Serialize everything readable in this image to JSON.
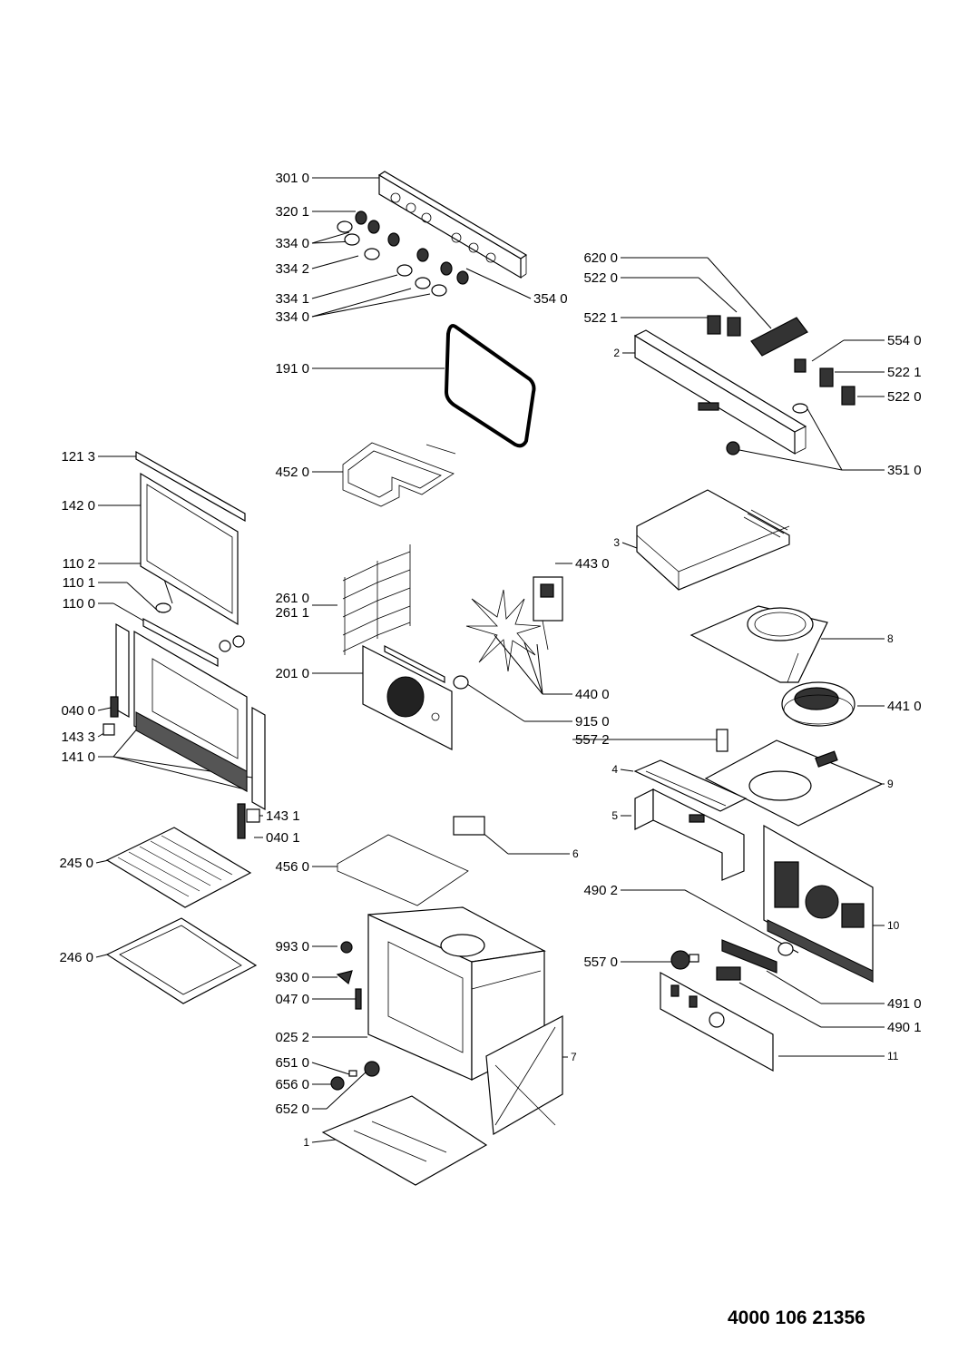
{
  "document_number": "4000 106 21356",
  "labels": {
    "p3010": "301 0",
    "p3201": "320 1",
    "p3340a": "334 0",
    "p3342": "334 2",
    "p3341": "334 1",
    "p3340b": "334 0",
    "p3540": "354 0",
    "p1910": "191 0",
    "p6200": "620 0",
    "p5220a": "522 0",
    "p5221a": "522 1",
    "p2": "2",
    "p5540": "554 0",
    "p5221b": "522 1",
    "p5220b": "522 0",
    "p3510": "351 0",
    "p1213": "121 3",
    "p4520": "452 0",
    "p1420": "142 0",
    "p3": "3",
    "p1102": "110 2",
    "p4430": "443 0",
    "p1101": "110 1",
    "p2610": "261 0",
    "p2611": "261 1",
    "p1100": "110 0",
    "p8": "8",
    "p2010": "201 0",
    "p4400": "440 0",
    "p0400": "040 0",
    "p4410": "441 0",
    "p9150": "915 0",
    "p1433": "143 3",
    "p5572": "557 2",
    "p1410": "141 0",
    "p4": "4",
    "p9": "9",
    "p5": "5",
    "p1431": "143 1",
    "p0401": "040 1",
    "p6": "6",
    "p2450": "245 0",
    "p4560": "456 0",
    "p4902": "490 2",
    "p10": "10",
    "p2460": "246 0",
    "p9930": "993 0",
    "p5570": "557 0",
    "p9300": "930 0",
    "p0470": "047 0",
    "p4910": "491 0",
    "p4901": "490 1",
    "p0252": "025 2",
    "p7": "7",
    "p11": "11",
    "p6510": "651 0",
    "p6560": "656 0",
    "p6520": "652 0",
    "p1": "1"
  }
}
